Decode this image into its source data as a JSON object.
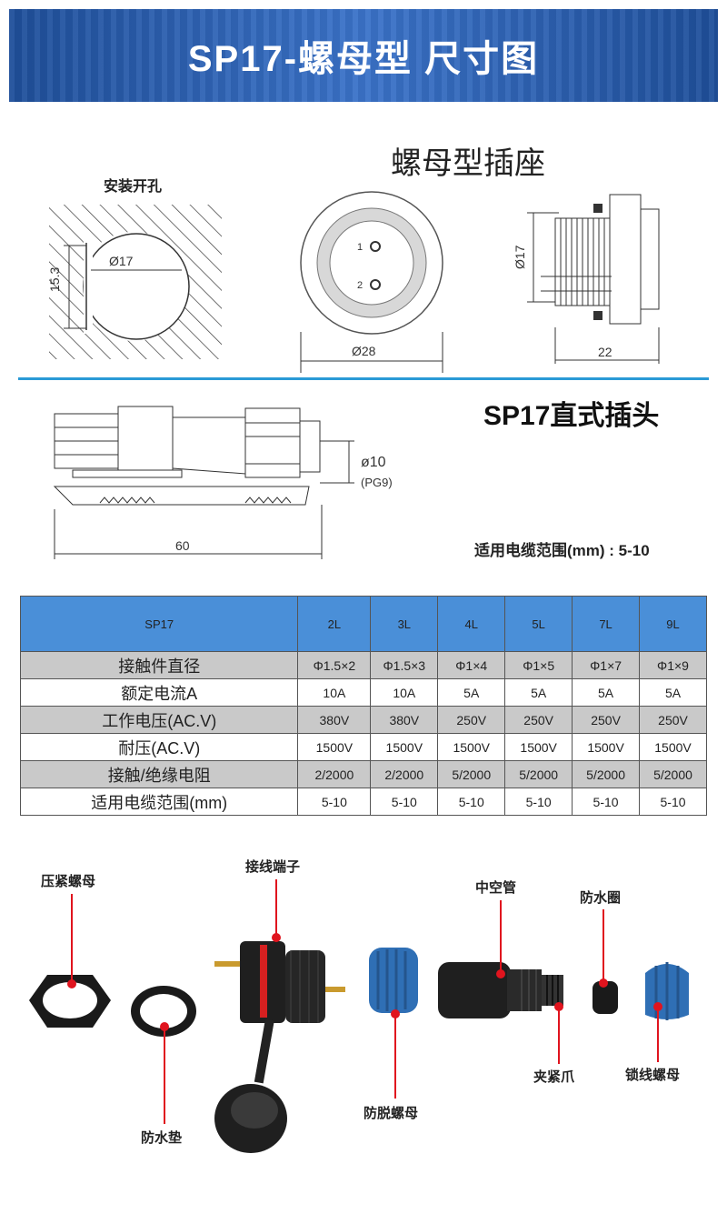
{
  "banner": {
    "title": "SP17-螺母型 尺寸图"
  },
  "section1": {
    "title": "螺母型插座",
    "hole_label": "安装开孔",
    "dims": {
      "hole_dia": "Ø17",
      "hole_flat": "15.3",
      "face_dia": "Ø28",
      "pin1": "1",
      "pin2": "2",
      "side_dia": "Ø17",
      "side_len": "22"
    }
  },
  "section2": {
    "title": "SP17直式插头",
    "dims": {
      "cable_dia": "ø10",
      "gland": "(PG9)",
      "length": "60"
    },
    "cable_range": "适用电缆范围(mm) : 5-10"
  },
  "table": {
    "headers": [
      "SP17",
      "2L",
      "3L",
      "4L",
      "5L",
      "7L",
      "9L"
    ],
    "rows": [
      [
        "接触件直径",
        "Φ1.5×2",
        "Φ1.5×3",
        "Φ1×4",
        "Φ1×5",
        "Φ1×7",
        "Φ1×9"
      ],
      [
        "额定电流A",
        "10A",
        "10A",
        "5A",
        "5A",
        "5A",
        "5A"
      ],
      [
        "工作电压(AC.V)",
        "380V",
        "380V",
        "250V",
        "250V",
        "250V",
        "250V"
      ],
      [
        "耐压(AC.V)",
        "1500V",
        "1500V",
        "1500V",
        "1500V",
        "1500V",
        "1500V"
      ],
      [
        "接触/绝缘电阻",
        "2/2000",
        "2/2000",
        "5/2000",
        "5/2000",
        "5/2000",
        "5/2000"
      ],
      [
        "适用电缆范围(mm)",
        "5-10",
        "5-10",
        "5-10",
        "5-10",
        "5-10",
        "5-10"
      ]
    ]
  },
  "parts": {
    "press_nut": "压紧螺母",
    "terminal": "接线端子",
    "hollow_tube": "中空管",
    "water_ring": "防水圈",
    "gasket": "防水垫",
    "anti_loose_nut": "防脱螺母",
    "clamp_claw": "夹紧爪",
    "lock_nut": "锁线螺母"
  },
  "colors": {
    "banner": "#2a62b8",
    "divider": "#2a9ad6",
    "table_header": "#4a8fd8",
    "accent_red": "#e0141e",
    "blue_part": "#2f6fb5"
  }
}
